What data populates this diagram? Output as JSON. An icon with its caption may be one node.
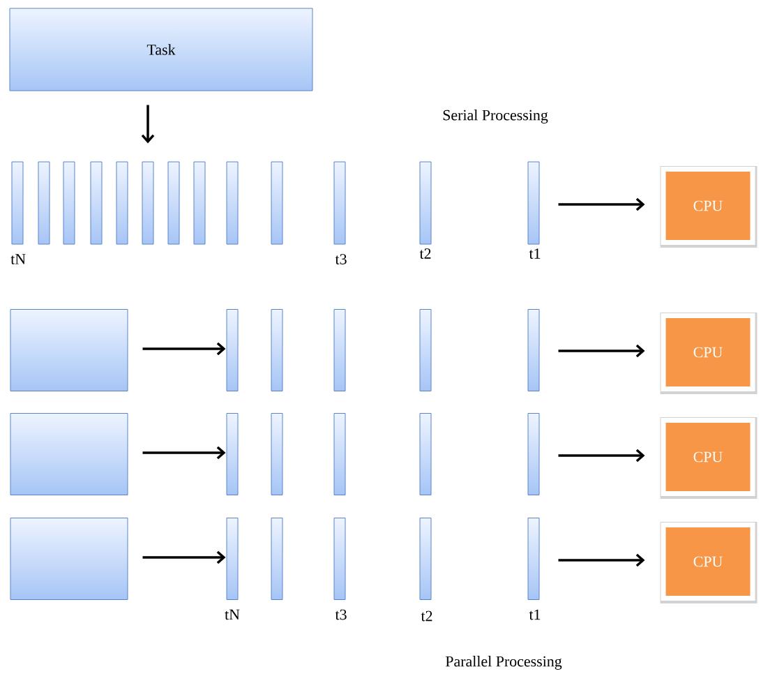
{
  "diagram": {
    "nodes": [
      {
        "text": [
          "Task"
        ]
      },
      {
        "text": [],
        "shape": "bar",
        "beside": [
          "tN"
        ]
      },
      {
        "text": [],
        "shape": "bar"
      },
      {
        "text": [],
        "shape": "bar"
      },
      {
        "text": [],
        "shape": "bar"
      },
      {
        "text": [],
        "shape": "bar"
      },
      {
        "text": [],
        "shape": "bar"
      },
      {
        "text": [],
        "shape": "bar"
      },
      {
        "text": [],
        "shape": "bar"
      },
      {
        "text": [],
        "shape": "bar"
      },
      {
        "text": [],
        "shape": "bar"
      },
      {
        "text": [],
        "shape": "bar",
        "beside": [
          "t3"
        ]
      },
      {
        "text": [],
        "shape": "bar",
        "beside": [
          "t2"
        ]
      },
      {
        "text": [],
        "shape": "bar",
        "beside": [
          "t1"
        ]
      },
      {
        "text": [
          "CPU"
        ]
      },
      {
        "text": [],
        "shape": "box"
      },
      {
        "text": [],
        "shape": "bar"
      },
      {
        "text": [],
        "shape": "bar"
      },
      {
        "text": [],
        "shape": "bar"
      },
      {
        "text": [],
        "shape": "bar"
      },
      {
        "text": [],
        "shape": "bar"
      },
      {
        "text": [
          "CPU"
        ]
      },
      {
        "text": [],
        "shape": "box"
      },
      {
        "text": [],
        "shape": "bar"
      },
      {
        "text": [],
        "shape": "bar"
      },
      {
        "text": [],
        "shape": "bar"
      },
      {
        "text": [],
        "shape": "bar"
      },
      {
        "text": [],
        "shape": "bar"
      },
      {
        "text": [
          "CPU"
        ]
      },
      {
        "text": [],
        "shape": "box"
      },
      {
        "text": [],
        "shape": "bar",
        "beside": [
          "tN"
        ]
      },
      {
        "text": [],
        "shape": "bar"
      },
      {
        "text": [],
        "shape": "bar",
        "beside": [
          "t3"
        ]
      },
      {
        "text": [],
        "shape": "bar",
        "beside": [
          "t2"
        ]
      },
      {
        "text": [],
        "shape": "bar",
        "beside": [
          "t1"
        ]
      },
      {
        "text": [
          "CPU"
        ]
      }
    ],
    "edges": [
      {
        "from": 0,
        "to": 6,
        "arrow": "to"
      },
      {
        "from": 13,
        "to": 14,
        "arrow": "to"
      },
      {
        "from": 15,
        "to": 16,
        "arrow": "to"
      },
      {
        "from": 20,
        "to": 21,
        "arrow": "to"
      },
      {
        "from": 22,
        "to": 23,
        "arrow": "to"
      },
      {
        "from": 27,
        "to": 28,
        "arrow": "to"
      },
      {
        "from": 29,
        "to": 30,
        "arrow": "to"
      },
      {
        "from": 34,
        "to": 35,
        "arrow": "to"
      }
    ],
    "labels": [
      "Serial Processing",
      "Parallel Processing"
    ]
  }
}
